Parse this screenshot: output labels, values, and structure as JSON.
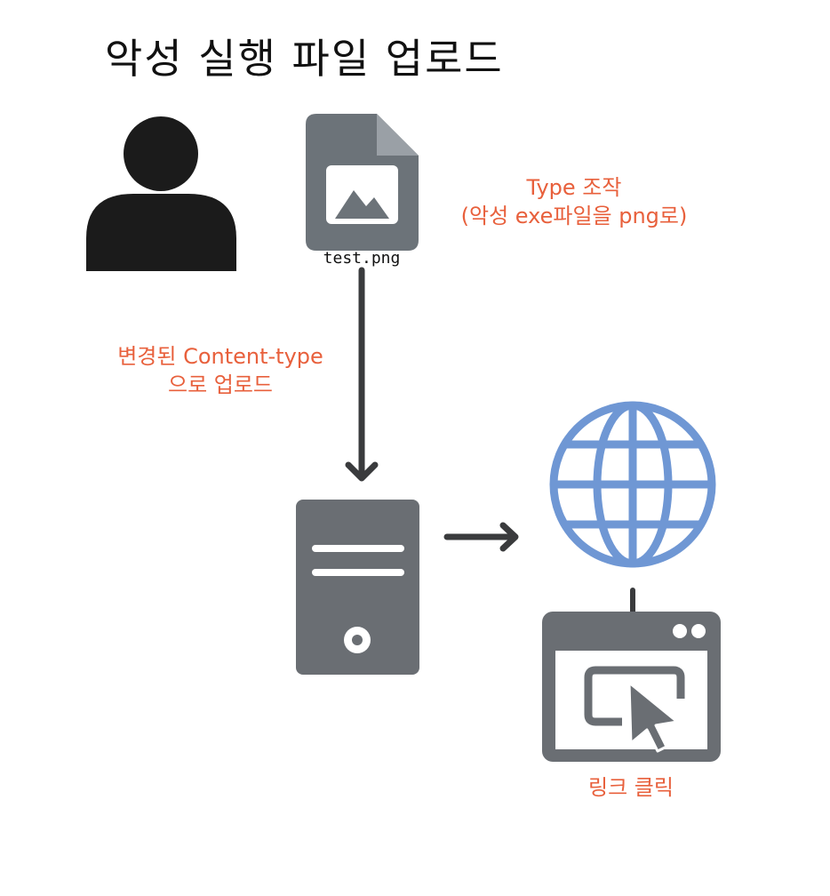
{
  "title": "악성 실행 파일 업로드",
  "file": {
    "name": "test.png",
    "icon": "image-file-icon"
  },
  "annotations": {
    "type_manipulation": {
      "line1": "Type 조작",
      "line2": "(악성 exe파일을 png로)"
    },
    "upload": {
      "line1": "변경된 Content-type",
      "line2": "으로 업로드"
    },
    "link_click": "링크 클릭"
  },
  "icons": {
    "user": "user-icon",
    "server": "server-icon",
    "web": "globe-icon",
    "browser": "browser-click-icon"
  },
  "colors": {
    "annotation": "#e8603c",
    "icon_gray": "#6a6e73",
    "file_gray": "#6c7379",
    "globe_blue": "#6f97d4",
    "arrow": "#3a3b3d",
    "user": "#1b1b1b"
  }
}
